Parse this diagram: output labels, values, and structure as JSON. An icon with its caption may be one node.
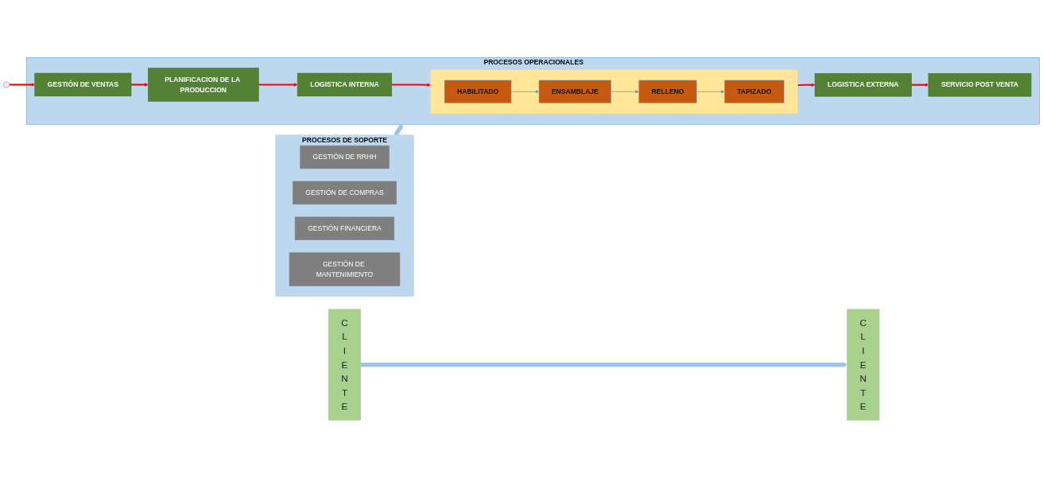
{
  "diagram": {
    "nodes": [
      {
        "text": [
          "CLIENTE"
        ]
      },
      {
        "text": [
          "PROCESOS OPERACIONALES"
        ]
      },
      {
        "text": [
          "GESTIÓN DE VENTAS"
        ],
        "in": 1
      },
      {
        "text": [
          "PLANIFICACION DE LA PRODUCCION"
        ],
        "in": 1
      },
      {
        "text": [
          "LOGISTICA INTERNA"
        ],
        "in": 1
      },
      {
        "text": [],
        "shape": "box",
        "in": 1
      },
      {
        "text": [
          "HABILITADO"
        ],
        "in": 5
      },
      {
        "text": [
          "ENSAMBLAJE"
        ],
        "in": 5
      },
      {
        "text": [
          "RELLENO"
        ],
        "in": 5
      },
      {
        "text": [
          "TAPIZADO"
        ],
        "in": 5
      },
      {
        "text": [
          "LOGISTICA EXTERNA"
        ],
        "in": 1
      },
      {
        "text": [
          "SERVICIO POST VENTA"
        ],
        "in": 1
      },
      {
        "text": [
          "CLIENTE"
        ]
      },
      {
        "text": [
          "PROCESOS DE SOPORTE"
        ]
      },
      {
        "text": [
          "GESTIÓN DE RRHH"
        ],
        "in": 13
      },
      {
        "text": [
          "GESTIÓN DE COMPRAS"
        ],
        "in": 13
      },
      {
        "text": [
          "GESTIÓN FINANCIERA"
        ],
        "in": 13
      },
      {
        "text": [
          "GESTIÓN DE MANTENIMIENTO"
        ],
        "in": 13
      }
    ],
    "edges": [
      {
        "from": null,
        "to": 2,
        "arrow": "to"
      },
      {
        "from": 2,
        "to": 3,
        "arrow": "to"
      },
      {
        "from": 3,
        "to": 4,
        "arrow": "to"
      },
      {
        "from": 4,
        "to": 5,
        "arrow": "to"
      },
      {
        "from": 6,
        "to": 7,
        "arrow": "to",
        "color": "#5b9bd5"
      },
      {
        "from": 7,
        "to": 8,
        "arrow": "to",
        "color": "#5b9bd5"
      },
      {
        "from": 8,
        "to": 9,
        "arrow": "to",
        "color": "#5b9bd5"
      },
      {
        "from": 5,
        "to": 10,
        "arrow": "to"
      },
      {
        "from": 10,
        "to": 11,
        "arrow": "to"
      },
      {
        "from": 13,
        "to": 1,
        "arrow": "to",
        "style": "thick",
        "color": "#9dc3e6"
      },
      {
        "from": 0,
        "to": 12,
        "arrow": "to",
        "style": "thick",
        "color": "#9dc3e6"
      }
    ]
  }
}
